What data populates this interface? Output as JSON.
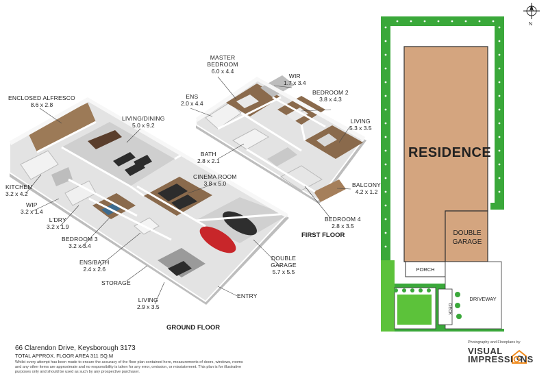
{
  "colors": {
    "floor_wood": "#8a6a4c",
    "floor_tile": "#d9d9d9",
    "wall": "#ffffff",
    "residence_fill": "#d4a57f",
    "hedge": "#3aa83a",
    "lawn": "#5cc23a",
    "logo_accent": "#f08a1c"
  },
  "icons": {
    "north": "compass-north-icon",
    "logo": "house-logo-icon"
  },
  "ground_floor": {
    "title": "GROUND FLOOR",
    "rooms": [
      {
        "name": "ENCLOSED ALFRESCO",
        "dims": "8.6 x 2.8"
      },
      {
        "name": "LIVING/DINING",
        "dims": "5.0 x 9.2"
      },
      {
        "name": "KITCHEN",
        "dims": "3.2 x 4.2"
      },
      {
        "name": "WIP",
        "dims": "3.2 x 1.4"
      },
      {
        "name": "L'DRY",
        "dims": "3.2 x 1.9"
      },
      {
        "name": "BEDROOM 3",
        "dims": "3.2 x 3.4"
      },
      {
        "name": "ENS/BATH",
        "dims": "2.4 x 2.6"
      },
      {
        "name": "STORAGE",
        "dims": ""
      },
      {
        "name": "LIVING",
        "dims": "2.9 x 3.5"
      },
      {
        "name": "CINEMA ROOM",
        "dims": "3.8 x 5.0"
      },
      {
        "name": "DOUBLE GARAGE",
        "dims": "5.7 x 5.5"
      },
      {
        "name": "ENTRY",
        "dims": ""
      }
    ]
  },
  "first_floor": {
    "title": "FIRST FLOOR",
    "rooms": [
      {
        "name": "MASTER BEDROOM",
        "dims": "6.0 x 4.4"
      },
      {
        "name": "WIR",
        "dims": "1.7 x 3.4"
      },
      {
        "name": "ENS",
        "dims": "2.0 x 4.4"
      },
      {
        "name": "BEDROOM 2",
        "dims": "3.8 x 4.3"
      },
      {
        "name": "LIVING",
        "dims": "5.3 x 3.5"
      },
      {
        "name": "BATH",
        "dims": "2.8 x 2.1"
      },
      {
        "name": "BALCONY",
        "dims": "4.2 x 1.2"
      },
      {
        "name": "BEDROOM 4",
        "dims": "2.8 x 3.5"
      }
    ]
  },
  "site_plan": {
    "residence": "RESIDENCE",
    "double_garage": "DOUBLE GARAGE",
    "porch": "PORCH",
    "driveway": "DRIVEWAY",
    "deck": "DECK",
    "north": "N"
  },
  "footer": {
    "address": "66 Clarendon Drive, Keysborough 3173",
    "area": "TOTAL APPROX. FLOOR AREA 311 SQ.M",
    "disclaimer": "Whilst every attempt has been made to ensure the accuracy of the floor plan contained here, measurements of doors, windows, rooms and any other items are approximate and no responsibility is taken for any error, omission, or misstatement. This plan is for illustrative purposes only and should be used as such by any prospective purchaser.",
    "credit": "Photography and Floorplans by",
    "logo_line1": "VISUAL",
    "logo_line2": "IMPRESSI",
    "logo_line3": "NS"
  }
}
